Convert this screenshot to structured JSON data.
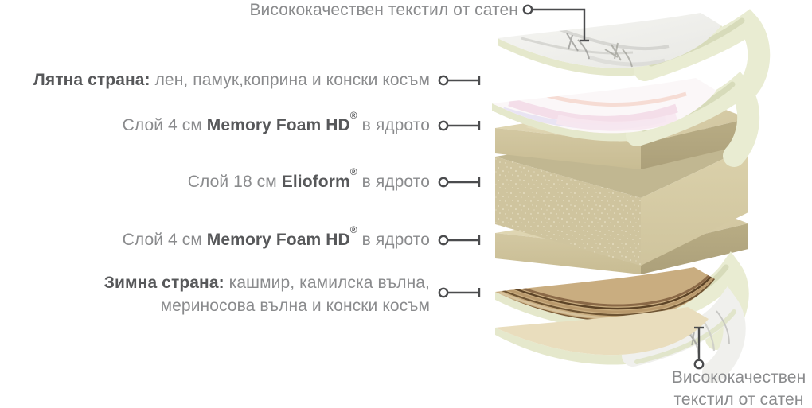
{
  "page": {
    "title": "Mattress layers exploded diagram",
    "background": "#ffffff"
  },
  "colors": {
    "text_primary": "#57585a",
    "text_secondary": "#8a8b8d",
    "connector": "#4b4c4e",
    "foam_top": "#dcd2ae",
    "foam_front": "#cdc19a",
    "foam_side": "#b2a67d",
    "elioform_speckled_front": "#cfc49e",
    "sheet_edge_ivory": "#e9ecd2",
    "marble_textile": "#f1f1ee",
    "satin_pink": "#f2d9e6",
    "wool_brown": "#8a6947"
  },
  "annotations": {
    "top_label": "Висококачествен текстил от сатен",
    "rows": [
      {
        "strong": "Лятна страна:",
        "rest": " лен, памук,коприна и  конски косъм"
      },
      {
        "pre": "Слой 4 см ",
        "strong": "Memory Foam HD",
        "mark": "®",
        "rest": " в ядрото"
      },
      {
        "pre": "Слой 18 см ",
        "strong": "Elioform",
        "mark": "®",
        "rest": " в ядрото"
      },
      {
        "pre": "Слой 4 см ",
        "strong": "Memory Foam HD",
        "mark": "®",
        "rest": " в ядрото"
      },
      {
        "strong": "Зимна страна:",
        "rest": " кашмир, камилска вълна,",
        "line2": "мериносова вълна и конски косъм"
      }
    ],
    "bottom_label": {
      "line1": "Висококачествен",
      "line2": "текстил от сатен"
    }
  },
  "diagram": {
    "layers": [
      {
        "id": "satin-top-sheet"
      },
      {
        "id": "summer-side-sheet"
      },
      {
        "id": "memory-foam-top-slab"
      },
      {
        "id": "elioform-core-slab"
      },
      {
        "id": "memory-foam-bottom-slab"
      },
      {
        "id": "winter-side-wool-sheet"
      },
      {
        "id": "satin-bottom-sheet"
      }
    ]
  }
}
